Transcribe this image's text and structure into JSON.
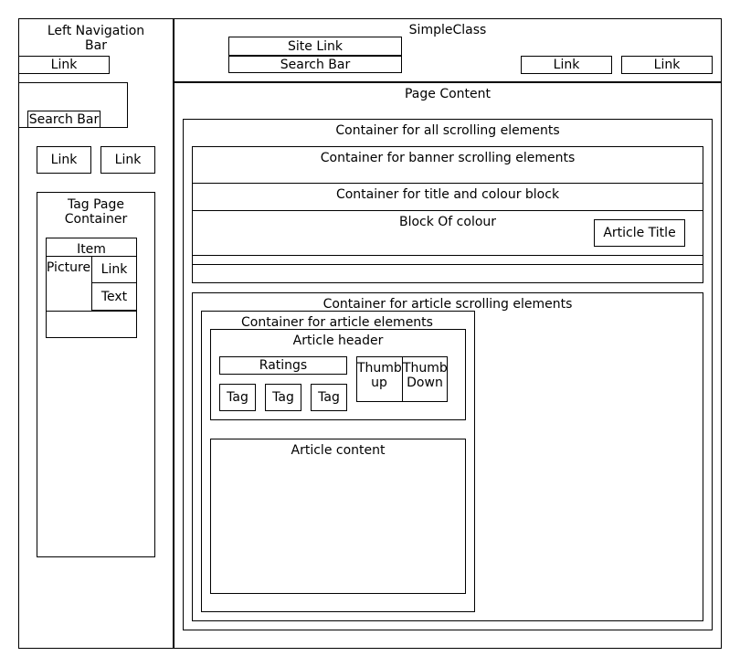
{
  "left_nav": {
    "title": "Left Navigation Bar",
    "link": "Link",
    "search_bar": "Search Bar",
    "link_a": "Link",
    "link_b": "Link",
    "tag_page_container": "Tag Page Container",
    "item": {
      "title": "Item",
      "picture": "Picture",
      "link": "Link",
      "text": "Text"
    }
  },
  "header": {
    "title": "SimpleClass",
    "site_link": "Site Link",
    "search_bar": "Search Bar",
    "link_1": "Link",
    "link_2": "Link"
  },
  "page_content": {
    "title": "Page Content",
    "scrolling_container": "Container for all scrolling elements",
    "banner_container": "Container for banner scrolling elements",
    "title_colour_container": "Container for title and colour block",
    "colour_block": "Block Of colour",
    "article_title": "Article Title",
    "article_scrolling_container": "Container for article scrolling elements",
    "article_elements_container": "Container for article elements",
    "article_header": "Article header",
    "ratings": "Ratings",
    "tags": [
      "Tag",
      "Tag",
      "Tag"
    ],
    "thumb_up": "Thumb up",
    "thumb_down": "Thumb Down",
    "article_content": "Article content"
  }
}
